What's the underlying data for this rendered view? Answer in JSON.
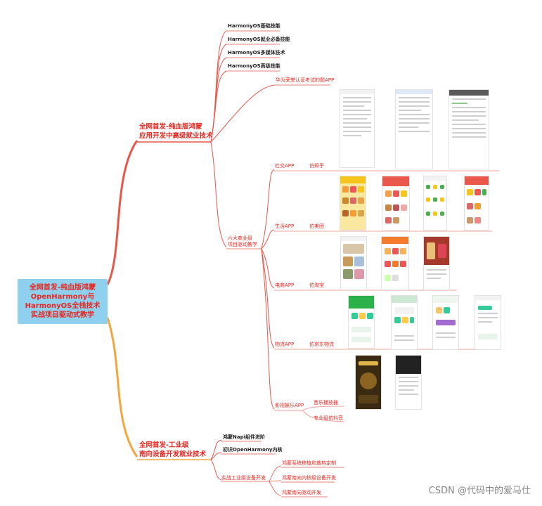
{
  "root": {
    "lines": [
      "全网首发-纯血版鸿蒙",
      "OpenHarmony与",
      "HarmonyOS全栈技术",
      "实战项目驱动式教学"
    ]
  },
  "branch_app": {
    "lines": [
      "全网首发-纯血版鸿蒙",
      "应用开发中高级就业技术"
    ],
    "children": [
      "HarmonyOS基础技能",
      "HarmonyOS就业必备技能",
      "HarmonyOS多媒体技术",
      "HarmonyOS高级技能"
    ]
  },
  "cert_app": "华为荣誉认证考试的题APP",
  "projects": {
    "lines": [
      "六大商业级",
      "项目驱动教学"
    ],
    "items": [
      {
        "category": "社交APP",
        "clone": "仿知乎"
      },
      {
        "category": "生活APP",
        "clone": "仿美团"
      },
      {
        "category": "电商APP",
        "clone": "仿淘宝"
      },
      {
        "category": "物流APP",
        "clone": "仿京东物流"
      },
      {
        "category": "影视娱乐APP",
        "clone": ""
      }
    ],
    "entertainment_children": [
      "音乐播放器",
      "专业级仿抖音"
    ]
  },
  "branch_device": {
    "lines": [
      "全网首发-工业级",
      "南向设备开发就业技术"
    ],
    "children": [
      "鸿蒙Napi组件进阶",
      "初识OpenHarmony内核",
      "实战工业级设备开发"
    ],
    "device_children": [
      "鸿蒙系统移植和裁剪定制",
      "鸿蒙南向内核级设备开发",
      "鸿蒙南向驱动开发"
    ]
  },
  "watermark": "CSDN @代码中的爱马仕",
  "colors": {
    "branch_red": "#e8564a",
    "branch_orange": "#f3a540",
    "root_bg": "#8fd0ee",
    "text_red": "#e8261f"
  }
}
